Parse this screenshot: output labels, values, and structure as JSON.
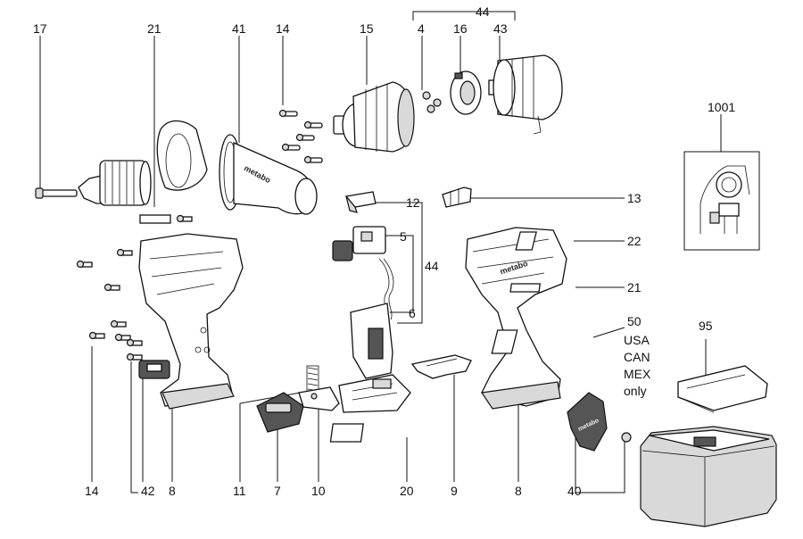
{
  "diagram": {
    "callouts": [
      {
        "id": "c17",
        "text": "17"
      },
      {
        "id": "c21a",
        "text": "21"
      },
      {
        "id": "c41",
        "text": "41"
      },
      {
        "id": "c14a",
        "text": "14"
      },
      {
        "id": "c15",
        "text": "15"
      },
      {
        "id": "c44a",
        "text": "44"
      },
      {
        "id": "c4",
        "text": "4"
      },
      {
        "id": "c16",
        "text": "16"
      },
      {
        "id": "c43",
        "text": "43"
      },
      {
        "id": "c1001",
        "text": "1001"
      },
      {
        "id": "c12",
        "text": "12"
      },
      {
        "id": "c13",
        "text": "13"
      },
      {
        "id": "c5",
        "text": "5"
      },
      {
        "id": "c44b",
        "text": "44"
      },
      {
        "id": "c6",
        "text": "6"
      },
      {
        "id": "c22",
        "text": "22"
      },
      {
        "id": "c21b",
        "text": "21"
      },
      {
        "id": "c50",
        "text": "50"
      },
      {
        "id": "c95",
        "text": "95"
      },
      {
        "id": "c14b",
        "text": "14"
      },
      {
        "id": "c42",
        "text": "42"
      },
      {
        "id": "c8a",
        "text": "8"
      },
      {
        "id": "c11",
        "text": "11"
      },
      {
        "id": "c7",
        "text": "7"
      },
      {
        "id": "c10",
        "text": "10"
      },
      {
        "id": "c20",
        "text": "20"
      },
      {
        "id": "c9",
        "text": "9"
      },
      {
        "id": "c8b",
        "text": "8"
      },
      {
        "id": "c40",
        "text": "40"
      }
    ],
    "note_50": [
      "USA",
      "CAN",
      "MEX",
      "only"
    ],
    "brand_marks": [
      "metabo",
      "metabo",
      "metabo"
    ]
  }
}
